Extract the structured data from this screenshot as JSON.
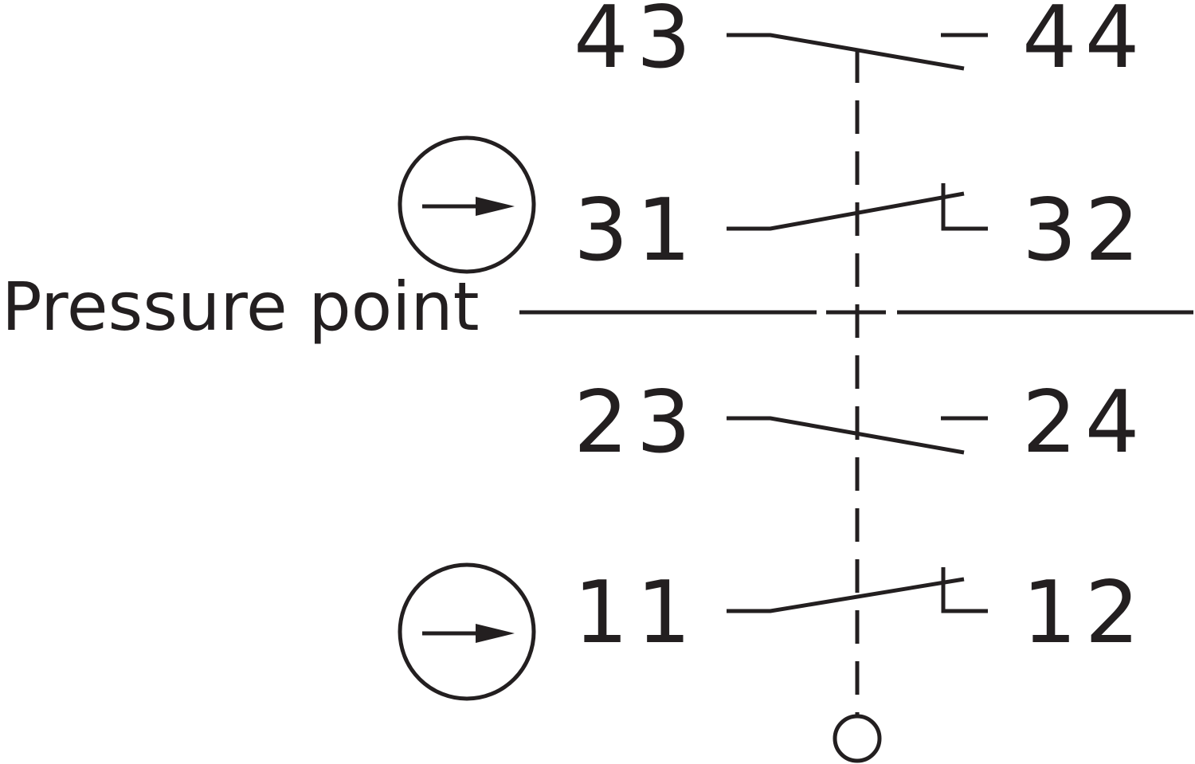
{
  "diagram": {
    "caption": "Pressure point",
    "contacts": [
      {
        "left": "43",
        "right": "44",
        "kind": "normally-open"
      },
      {
        "left": "31",
        "right": "32",
        "kind": "normally-closed",
        "positive_opening": true
      },
      {
        "left": "23",
        "right": "24",
        "kind": "normally-open"
      },
      {
        "left": "11",
        "right": "12",
        "kind": "normally-closed",
        "positive_opening": true
      }
    ],
    "colors": {
      "line": "#231f20",
      "background": "#ffffff"
    }
  }
}
